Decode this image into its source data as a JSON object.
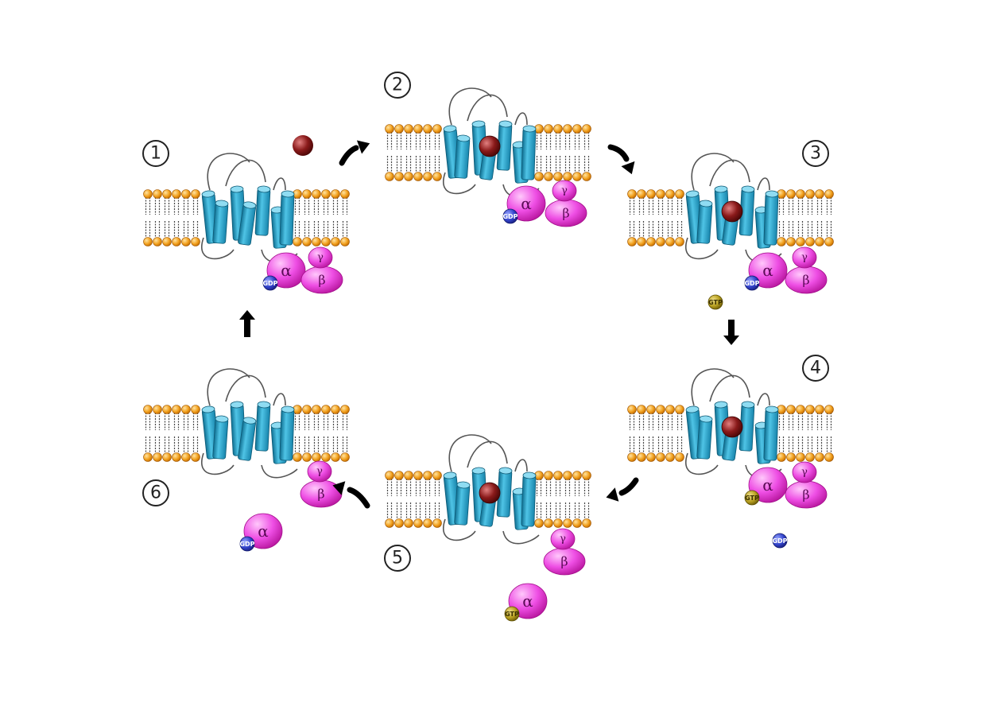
{
  "steps": [
    {
      "number": "1"
    },
    {
      "number": "2"
    },
    {
      "number": "3"
    },
    {
      "number": "4"
    },
    {
      "number": "5"
    },
    {
      "number": "6"
    }
  ],
  "subunits": {
    "alpha": "α",
    "beta": "β",
    "gamma": "γ"
  },
  "nucleotides": {
    "gdp": "GDP",
    "gtp": "GTP"
  },
  "colors": {
    "helix": "#2aa6cc",
    "helix_dark": "#136d8c",
    "lipid_head": "#f2a11f",
    "g_protein": "#e84fe0",
    "ligand": "#7a1414",
    "gdp": "#3344cc",
    "gtp": "#b8a020",
    "arrow": "#000000"
  }
}
